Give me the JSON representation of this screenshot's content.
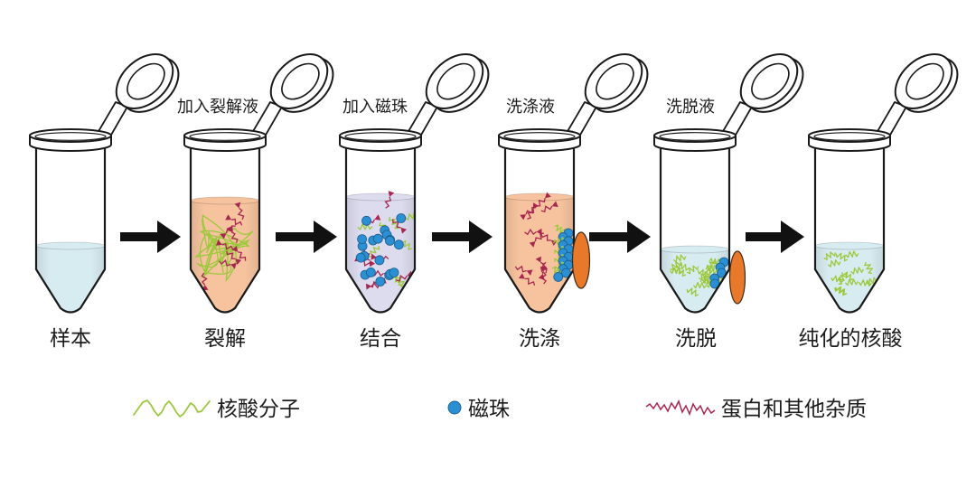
{
  "steps": [
    {
      "label": "样本",
      "liquid_color": "#d7ecf1"
    },
    {
      "label": "裂解",
      "reagent": "加入裂解液",
      "liquid_color": "#f6c39e"
    },
    {
      "label": "结合",
      "reagent": "加入磁珠",
      "liquid_color": "#dddcef"
    },
    {
      "label": "洗涤",
      "reagent": "洗涤液",
      "liquid_color": "#f6c39e"
    },
    {
      "label": "洗脱",
      "reagent": "洗脱液",
      "liquid_color": "#d7ecf1"
    },
    {
      "label": "纯化的核酸",
      "liquid_color": "#d7ecf1"
    }
  ],
  "legend": {
    "nucleic_acid": {
      "label": "核酸分子",
      "icon": "green-wave-icon",
      "color": "#9cc83c"
    },
    "magnetic_bead": {
      "label": "磁珠",
      "icon": "blue-dot-icon",
      "color": "#2b8fd3"
    },
    "impurities": {
      "label": "蛋白和其他杂质",
      "icon": "red-wave-icon",
      "color": "#a8264f"
    }
  },
  "colors": {
    "magnet": "#e8792b",
    "arrow": "#111111",
    "outline": "#1a1a1a"
  }
}
